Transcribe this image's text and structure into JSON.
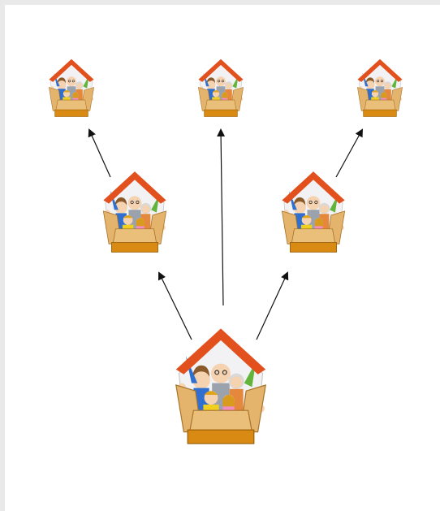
{
  "diagram": {
    "node_icon": "family-house-icon",
    "nodes": [
      {
        "id": "root",
        "level": 0
      },
      {
        "id": "left-child",
        "level": 1
      },
      {
        "id": "right-child",
        "level": 1
      },
      {
        "id": "left-grandchild",
        "level": 2
      },
      {
        "id": "middle-grandchild",
        "level": 2
      },
      {
        "id": "right-grandchild",
        "level": 2
      }
    ],
    "edges": [
      {
        "from": "root",
        "to": "left-child"
      },
      {
        "from": "root",
        "to": "middle-grandchild"
      },
      {
        "from": "root",
        "to": "right-child"
      },
      {
        "from": "left-child",
        "to": "left-grandchild"
      },
      {
        "from": "right-child",
        "to": "right-grandchild"
      }
    ],
    "colors": {
      "roof": "#e2501e",
      "box": "#e5b46c",
      "box_base": "#d88a12",
      "arrow": "#111111"
    }
  }
}
